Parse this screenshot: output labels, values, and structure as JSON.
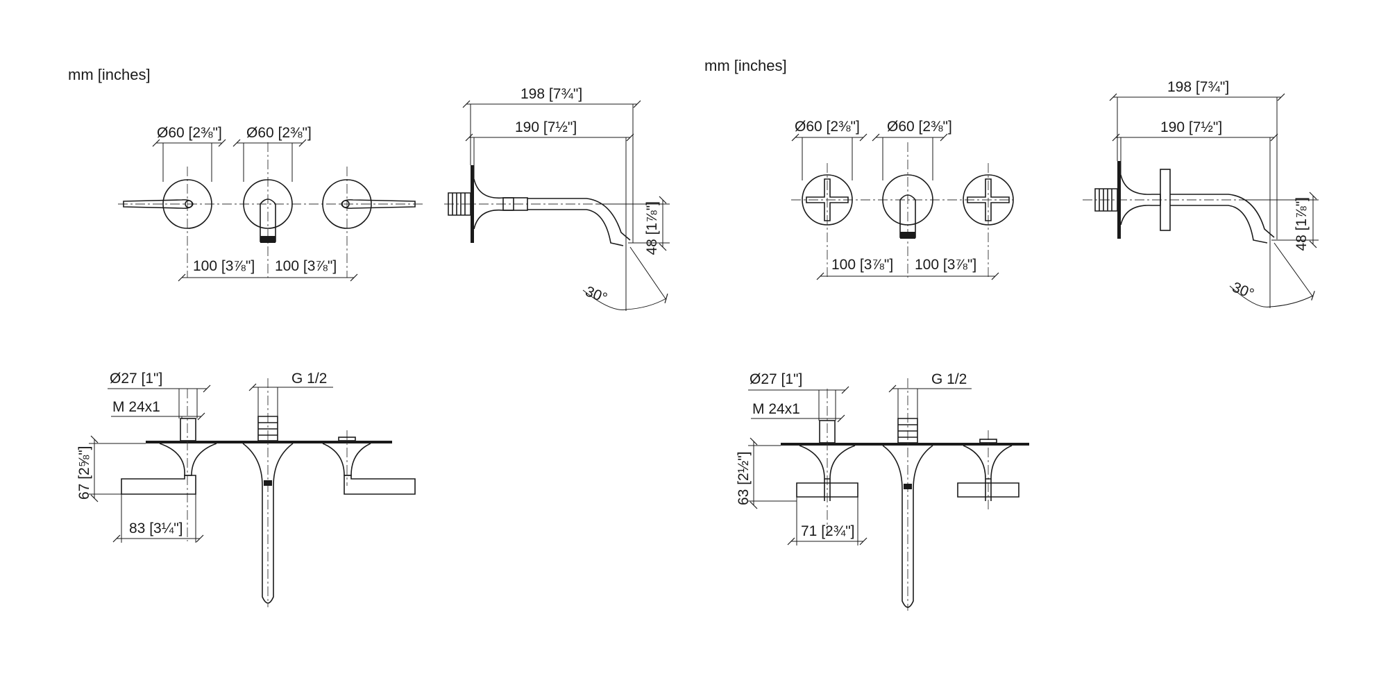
{
  "units_label": "mm [inches]",
  "variant_lever": {
    "units": "mm [inches]",
    "top_view": {
      "dia_handle_left": "Ø60 [2⅜\"]",
      "dia_handle_spout": "Ø60 [2⅜\"]",
      "spacing_left": "100 [3⅞\"]",
      "spacing_right": "100 [3⅞\"]"
    },
    "side_view": {
      "overall_length": "198 [7¾\"]",
      "spout_length": "190 [7½\"]",
      "spout_height": "48 [1⅞\"]",
      "angle": "30°"
    },
    "section_view": {
      "dia_rosette": "Ø27 [1\"]",
      "thread_spout": "G 1/2",
      "thread_handle": "M 24x1",
      "handle_height": "67 [2⅝\"]",
      "handle_length": "83 [3¼\"]"
    }
  },
  "variant_cross": {
    "units": "mm [inches]",
    "top_view": {
      "dia_handle_left": "Ø60 [2⅜\"]",
      "dia_handle_spout": "Ø60 [2⅜\"]",
      "spacing_left": "100 [3⅞\"]",
      "spacing_right": "100 [3⅞\"]"
    },
    "side_view": {
      "overall_length": "198 [7¾\"]",
      "spout_length": "190 [7½\"]",
      "spout_height": "48 [1⅞\"]",
      "angle": "30°"
    },
    "section_view": {
      "dia_rosette": "Ø27 [1\"]",
      "thread_spout": "G 1/2",
      "thread_handle": "M 24x1",
      "handle_height": "63 [2½\"]",
      "handle_length": "71 [2¾\"]"
    }
  }
}
